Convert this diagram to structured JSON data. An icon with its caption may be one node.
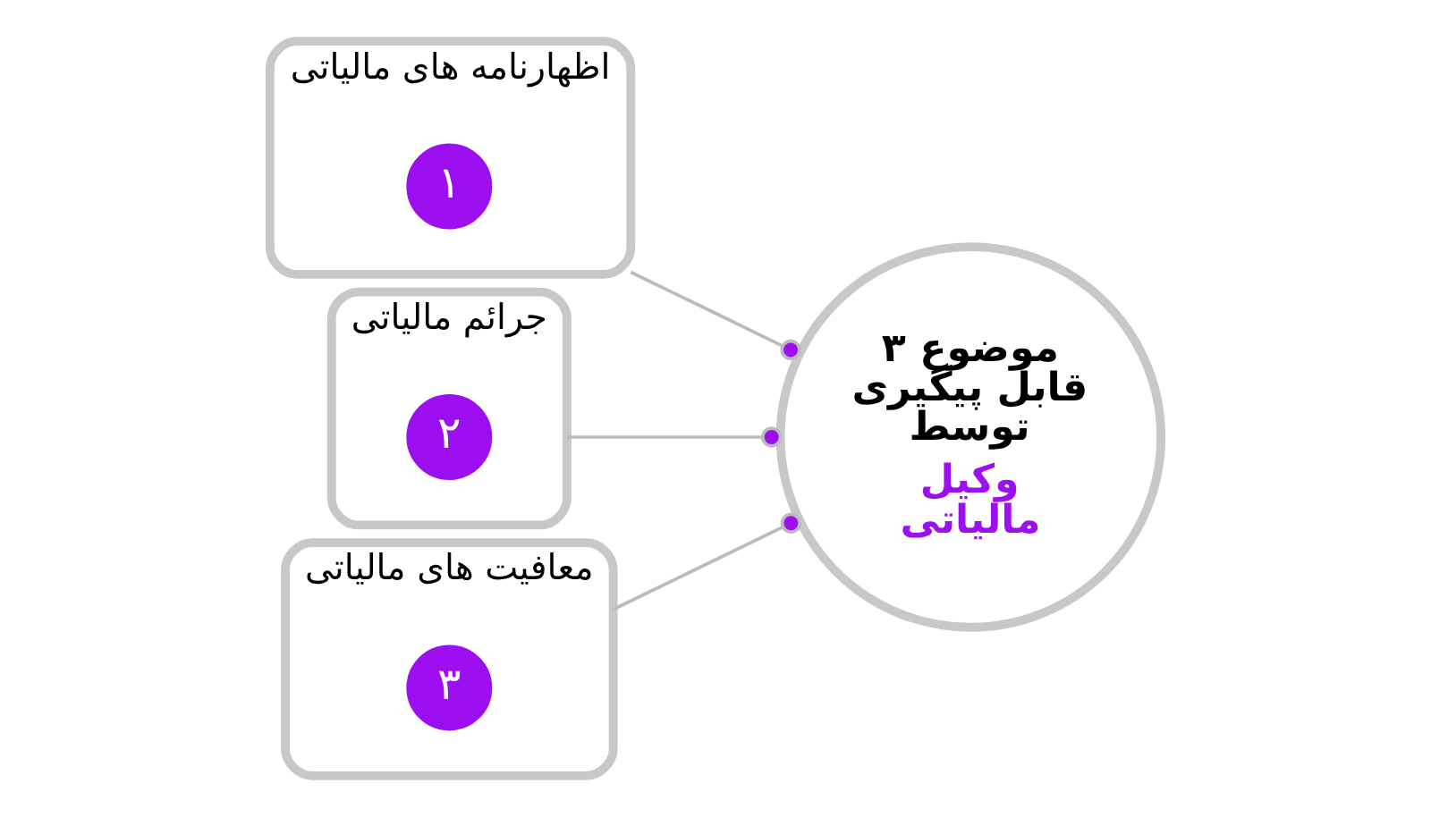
{
  "diagram": {
    "nodes": [
      {
        "text": [
          "۳ موضوع قابل پیگیری توسط",
          "وکیل مالیاتی"
        ]
      },
      {
        "text": [
          "اظهارنامه های مالیاتی"
        ]
      },
      {
        "text": [
          "۱"
        ],
        "in": 1
      },
      {
        "text": [
          "جرائم مالیاتی"
        ]
      },
      {
        "text": [
          "۲"
        ],
        "in": 3
      },
      {
        "text": [
          "معافیت های مالیاتی"
        ]
      },
      {
        "text": [
          "۳"
        ],
        "in": 5
      }
    ],
    "edges": [
      {
        "from": 1,
        "to": 0,
        "arrow": "other"
      },
      {
        "from": 3,
        "to": 0,
        "arrow": "other"
      },
      {
        "from": 5,
        "to": 0,
        "arrow": "other"
      }
    ]
  }
}
